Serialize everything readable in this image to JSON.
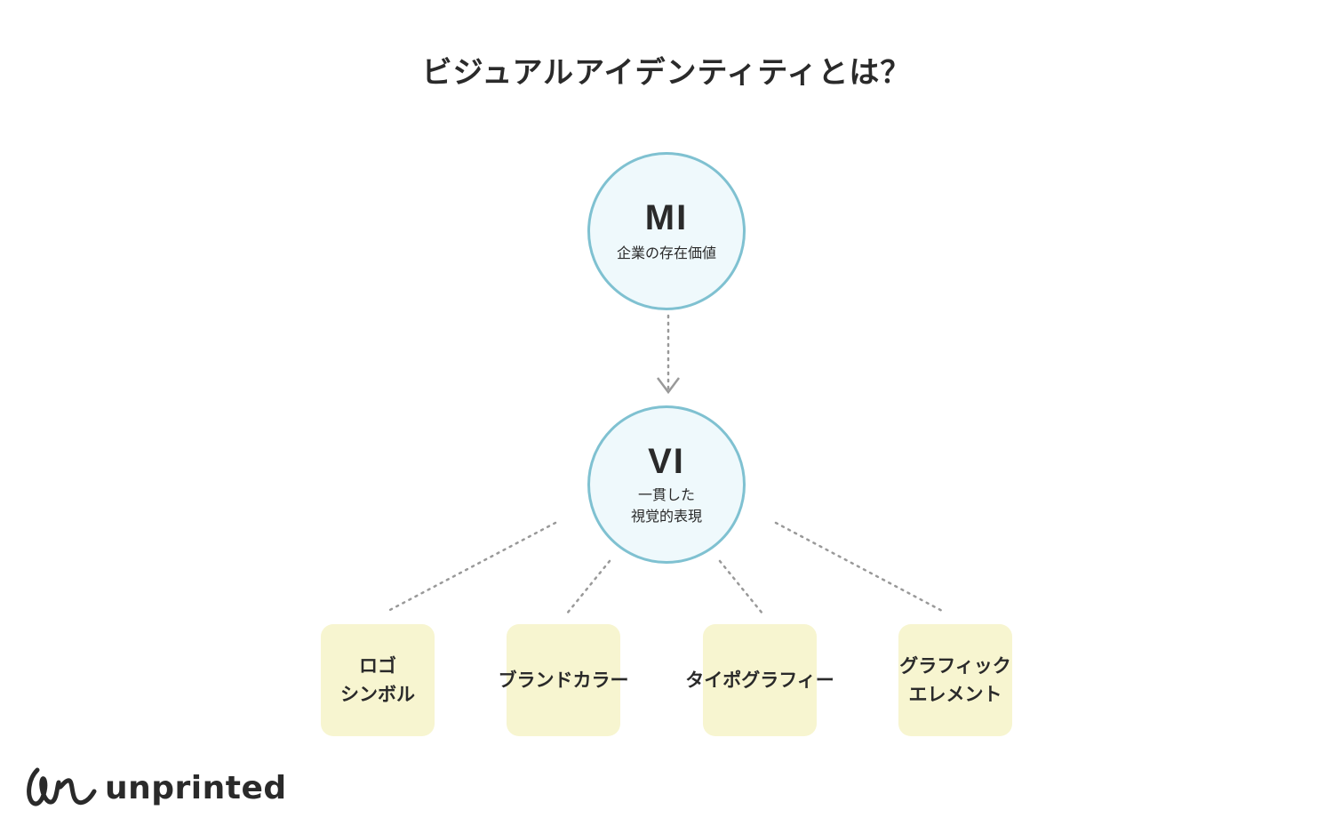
{
  "title": "ビジュアルアイデンティティとは？",
  "mi": {
    "label": "MI",
    "description": "企業の存在価値"
  },
  "vi": {
    "label": "VI",
    "description_line1": "一貫した",
    "description_line2": "視覚的表現"
  },
  "elements": [
    {
      "label": "ロゴ\nシンボル"
    },
    {
      "label": "ブランドカラー"
    },
    {
      "label": "タイポグラフィー"
    },
    {
      "label": "グラフィック\nエレメント"
    }
  ],
  "brand": {
    "name": "unprinted"
  },
  "colors": {
    "circle_border": "#7fc1d1",
    "circle_fill": "#eff9fc",
    "box_fill": "#f7f5d0",
    "connector": "#999999"
  }
}
